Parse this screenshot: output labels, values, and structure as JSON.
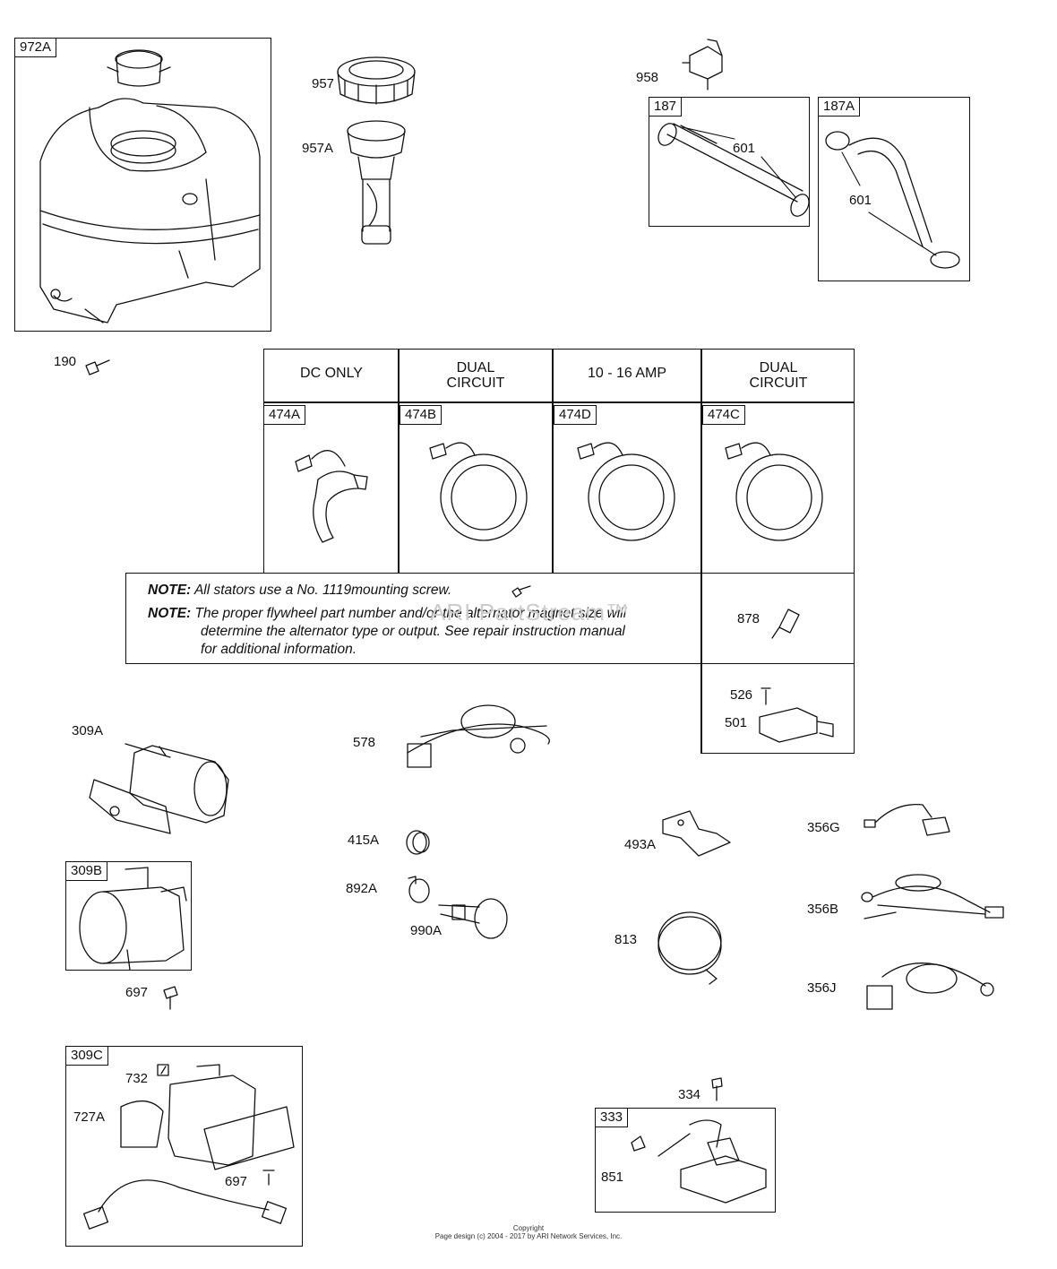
{
  "boxes": {
    "972A": "972A",
    "187": "187",
    "187A": "187A",
    "474A": "474A",
    "474B": "474B",
    "474D": "474D",
    "474C": "474C",
    "309B": "309B",
    "309C": "309C",
    "333": "333"
  },
  "headers": {
    "dc_only": "DC ONLY",
    "dual_circuit_1": [
      "DUAL",
      "CIRCUIT"
    ],
    "amp": "10 - 16 AMP",
    "dual_circuit_2": [
      "DUAL",
      "CIRCUIT"
    ]
  },
  "labels": {
    "957": "957",
    "957A": "957A",
    "958": "958",
    "601a": "601",
    "601b": "601",
    "190": "190",
    "878": "878",
    "526": "526",
    "501": "501",
    "309A": "309A",
    "578": "578",
    "415A": "415A",
    "892A": "892A",
    "990A": "990A",
    "493A": "493A",
    "813": "813",
    "356G": "356G",
    "356B": "356B",
    "356J": "356J",
    "697a": "697",
    "732": "732",
    "727A": "727A",
    "697b": "697",
    "334": "334",
    "851": "851"
  },
  "notes": {
    "note1_prefix": "NOTE:",
    "note1_text": "All stators use a No. 1119mounting screw.",
    "note2_prefix": "NOTE:",
    "note2_line1": "The proper flywheel part number and/or the alternator magnet size will",
    "note2_line2": "determine the alternator type or output. See repair instruction manual",
    "note2_line3": "for additional information."
  },
  "watermark": "ARI PartStream™",
  "footer": {
    "line1": "Copyright",
    "line2": "Page design (c) 2004 - 2017 by ARI Network Services, Inc."
  }
}
